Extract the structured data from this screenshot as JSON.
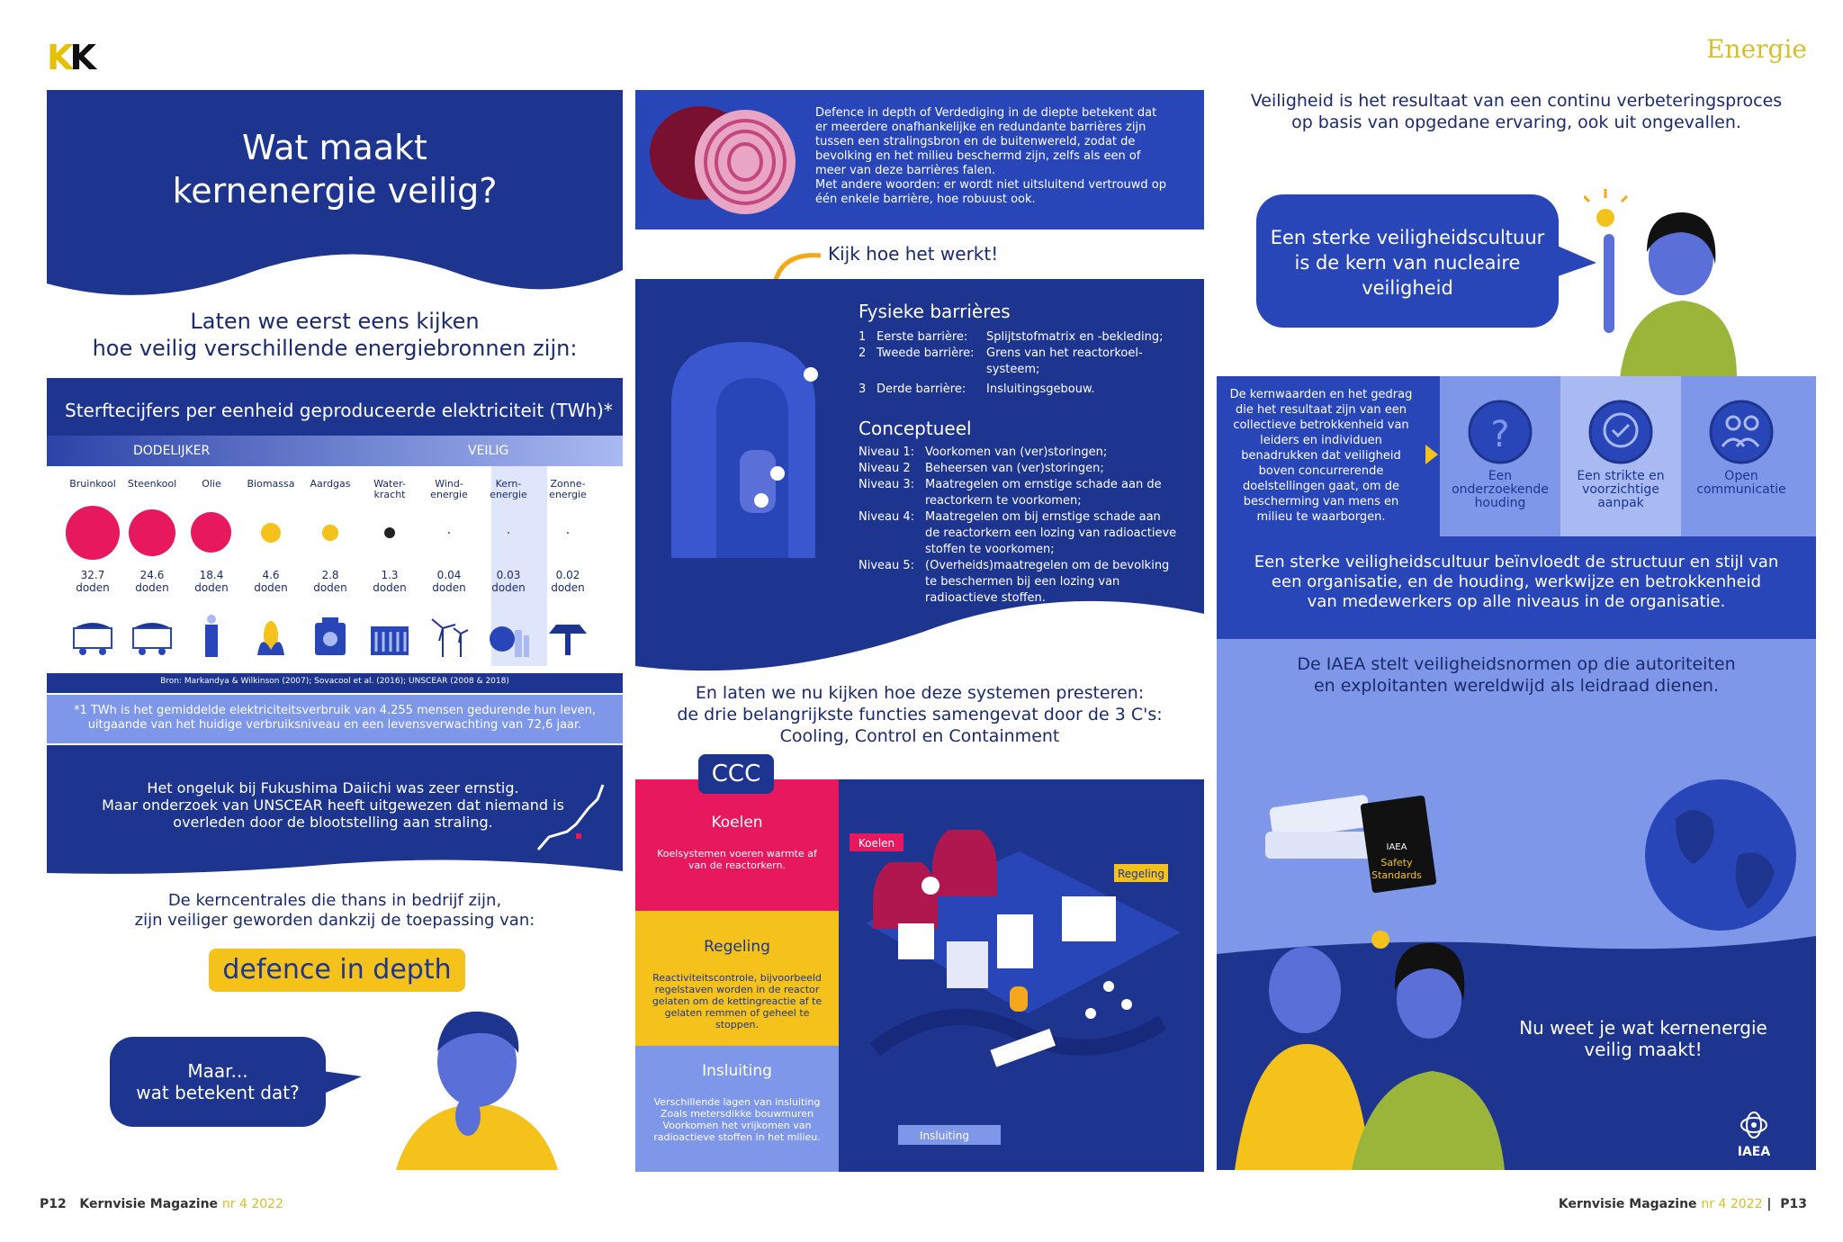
{
  "header": {
    "logo": "KK",
    "section": "Energie"
  },
  "footer": {
    "left_page": "P12",
    "left_mag": "Kernvisie Magazine",
    "left_issue": "nr 4 2022",
    "right_mag": "Kernvisie Magazine",
    "right_issue": "nr 4 2022",
    "right_page": "P13"
  },
  "col1": {
    "title_line1": "Wat maakt",
    "title_line2": "kernenergie veilig?",
    "intro_line1": "Laten we eerst eens kijken",
    "intro_line2": "hoe veilig verschillende energiebronnen zijn:",
    "stats_title": "Sterftecijfers per eenheid geproduceerde elektriciteit (TWh)*",
    "label_dangerous": "DODELIJKER",
    "label_safe": "VEILIG",
    "source": "Bron: Markandya & Wilkinson (2007); Sovacool et al. (2016); UNSCEAR (2008 & 2018)",
    "footnote_line1": "*1 TWh is het gemiddelde elektriciteitsverbruik van 4.255 mensen gedurende hun leven,",
    "footnote_line2": "uitgaande van het huidige verbruiksniveau en een levensverwachting van 72,6 jaar.",
    "fuku_line1": "Het ongeluk bij Fukushima Daiichi was zeer ernstig.",
    "fuku_line2": "Maar onderzoek van UNSCEAR heeft uitgewezen dat niemand is",
    "fuku_line3": "overleden door de blootstelling aan straling.",
    "centrales_line1": "De kerncentrales die thans in bedrijf zijn,",
    "centrales_line2": "zijn veiliger geworden dankzij de toepassing van:",
    "did": "defence in depth",
    "maar_line1": "Maar...",
    "maar_line2": "wat betekent dat?"
  },
  "chart_data": {
    "type": "bar",
    "title": "Sterftecijfers per eenheid geproduceerde elektriciteit (TWh)*",
    "unit": "doden",
    "categories": [
      "Bruinkool",
      "Steenkool",
      "Olie",
      "Biomassa",
      "Aardgas",
      "Waterkracht",
      "Windenergie",
      "Kernenergie",
      "Zonne-energie"
    ],
    "labels": [
      [
        "Bruinkool"
      ],
      [
        "Steenkool"
      ],
      [
        "Olie"
      ],
      [
        "Biomassa"
      ],
      [
        "Aardgas"
      ],
      [
        "Water-",
        "kracht"
      ],
      [
        "Wind-",
        "energie"
      ],
      [
        "Kern-",
        "energie"
      ],
      [
        "Zonne-",
        "energie"
      ]
    ],
    "values": [
      32.7,
      24.6,
      18.4,
      4.6,
      2.8,
      1.3,
      0.04,
      0.03,
      0.02
    ],
    "value_labels": [
      "32.7",
      "24.6",
      "18.4",
      "4.6",
      "2.8",
      "1.3",
      "0.04",
      "0.03",
      "0.02"
    ],
    "colors": [
      "#e8185e",
      "#e8185e",
      "#e8185e",
      "#f4c21a",
      "#f4c21a",
      "#222222",
      "#555555",
      "#555555",
      "#555555"
    ],
    "icons": [
      "coal-cart-icon",
      "coal-cart-icon",
      "oil-refinery-icon",
      "corn-icon",
      "gas-canister-icon",
      "dam-icon",
      "wind-turbine-icon",
      "nuclear-plant-icon",
      "solar-panel-icon"
    ]
  },
  "col2": {
    "onion_text": [
      "Defence in depth of Verdediging in de diepte betekent dat",
      "er meerdere onafhankelijke en redundante barrières zijn",
      "tussen een stralingsbron en de buitenwereld, zodat de",
      "bevolking en het milieu beschermd zijn, zelfs als een of",
      "meer van deze barrières falen.",
      "Met andere woorden: er wordt niet uitsluitend vertrouwd op",
      "één enkele barrière, hoe robuust ook."
    ],
    "kijk": "Kijk hoe het werkt!",
    "fys_title": "Fysieke barrières",
    "barriers": [
      {
        "num": "1",
        "label": "Eerste barrière:",
        "text": "Splijtstofmatrix en -bekleding;"
      },
      {
        "num": "2",
        "label": "Tweede barrière:",
        "text": "Grens van het reactorkoel-"
      },
      {
        "num": "",
        "label": "",
        "text": "systeem;"
      },
      {
        "num": "3",
        "label": "Derde barrière:",
        "text": "Insluitingsgebouw."
      }
    ],
    "con_title": "Conceptueel",
    "levels": [
      {
        "label": "Niveau 1:",
        "text": "Voorkomen van (ver)storingen;"
      },
      {
        "label": "Niveau 2",
        "text": "Beheersen van (ver)storingen;"
      },
      {
        "label": "Niveau 3:",
        "text": "Maatregelen om ernstige schade aan de"
      },
      {
        "label": "",
        "text": "reactorkern te voorkomen;"
      },
      {
        "label": "Niveau 4:",
        "text": "Maatregelen om bij ernstige schade aan"
      },
      {
        "label": "",
        "text": "de reactorkern een lozing van radioactieve"
      },
      {
        "label": "",
        "text": "stoffen te voorkomen;"
      },
      {
        "label": "Niveau 5:",
        "text": "(Overheids)maatregelen om de bevolking"
      },
      {
        "label": "",
        "text": "te beschermen bij een lozing van"
      },
      {
        "label": "",
        "text": "radioactieve stoffen."
      }
    ],
    "presteren_line1": "En laten we nu kijken hoe deze systemen presteren:",
    "presteren_line2": "de drie belangrijkste functies samengevat door de 3 C's:",
    "presteren_line3": "Cooling, Control en Containment",
    "ccc": "CCC",
    "koelen_title": "Koelen",
    "koelen_text": "Koelsystemen voeren warmte af van de reactorkern.",
    "regeling_title": "Regeling",
    "regeling_text": "Reactiviteitscontrole, bijvoorbeeld regelstaven worden in de reactor gelaten om de kettingreactie af te gelaten remmen of geheel te stoppen.",
    "insluiting_title": "Insluiting",
    "insluiting_text": "Verschillende lagen van insluiting Zoals metersdikke bouwmuren Voorkomen het vrijkomen van radioactieve stoffen in het milieu.",
    "tag_koelen": "Koelen",
    "tag_regeling": "Regeling",
    "tag_insluiting": "Insluiting"
  },
  "col3": {
    "top_line1": "Veiligheid is het resultaat van een continu verbeteringsproces",
    "top_line2": "op basis van opgedane ervaring, ook uit ongevallen.",
    "bubble": [
      "Een sterke veiligheidscultuur",
      "is de kern van nucleaire",
      "veiligheid"
    ],
    "kern_text": [
      "De kernwaarden en het gedrag",
      "die het resultaat zijn van een",
      "collectieve betrokkenheid van",
      "leiders en individuen",
      "benadrukken dat veiligheid",
      "boven concurrerende",
      "doelstellingen gaat, om de",
      "bescherming van mens en",
      "milieu te waarborgen."
    ],
    "values": [
      {
        "l1": "Een",
        "l2": "onderzoekende",
        "l3": "houding"
      },
      {
        "l1": "Een strikte en",
        "l2": "voorzichtige",
        "l3": "aanpak"
      },
      {
        "l1": "Open",
        "l2": "communicatie",
        "l3": ""
      }
    ],
    "invloed": [
      "Een sterke veiligheidscultuur beïnvloedt de structuur en stijl van",
      "een organisatie, en de houding, werkwijze en betrokkenheid",
      "van medewerkers op alle niveaus in de organisatie."
    ],
    "iaea_text": [
      "De IAEA stelt veiligheidsnormen op die autoriteiten",
      "en exploitanten wereldwijd als leidraad dienen."
    ],
    "book_iaea": "IAEA",
    "book_title": [
      "Safety",
      "Standards"
    ],
    "nuweet": [
      "Nu weet je wat kernenergie",
      "veilig maakt!"
    ],
    "logo": "IAEA"
  },
  "colors": {
    "navy": "#1e3590",
    "blue": "#2946b8",
    "pale": "#7f97e8",
    "pink": "#e8185e",
    "yellow": "#f4c21a"
  }
}
